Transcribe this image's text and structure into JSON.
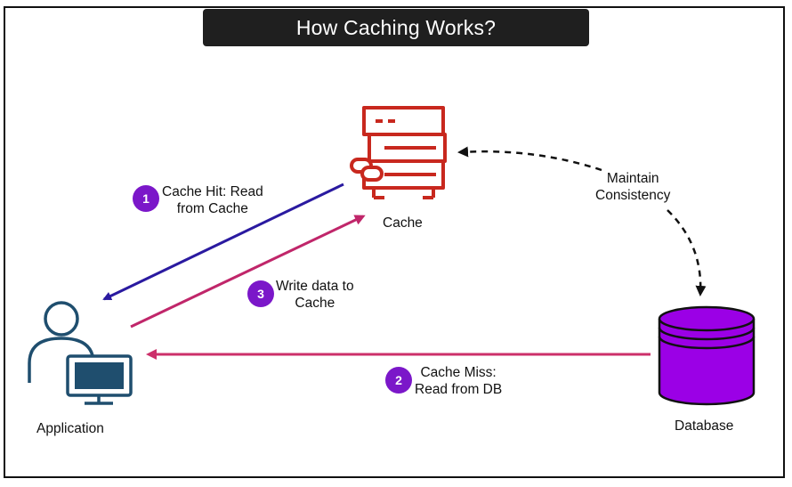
{
  "title": "How Caching Works?",
  "nodes": {
    "cache": "Cache",
    "application": "Application",
    "database": "Database"
  },
  "steps": [
    {
      "number": "1",
      "line1": "Cache Hit: Read",
      "line2": "from Cache"
    },
    {
      "number": "2",
      "line1": "Cache Miss:",
      "line2": "Read from DB"
    },
    {
      "number": "3",
      "line1": "Write data to",
      "line2": "Cache"
    }
  ],
  "consistency": {
    "line1": "Maintain",
    "line2": "Consistency"
  },
  "colors": {
    "cache_server": "#c8281e",
    "database": "#9b00e6",
    "application": "#1f4e6e",
    "arrow_hit": "#2a1aa0",
    "arrow_write": "#c0266a",
    "arrow_miss": "#cc2f6a",
    "badge": "#7b17c9"
  },
  "icons": [
    "server-cache-icon",
    "user-computer-icon",
    "database-cylinder-icon"
  ]
}
